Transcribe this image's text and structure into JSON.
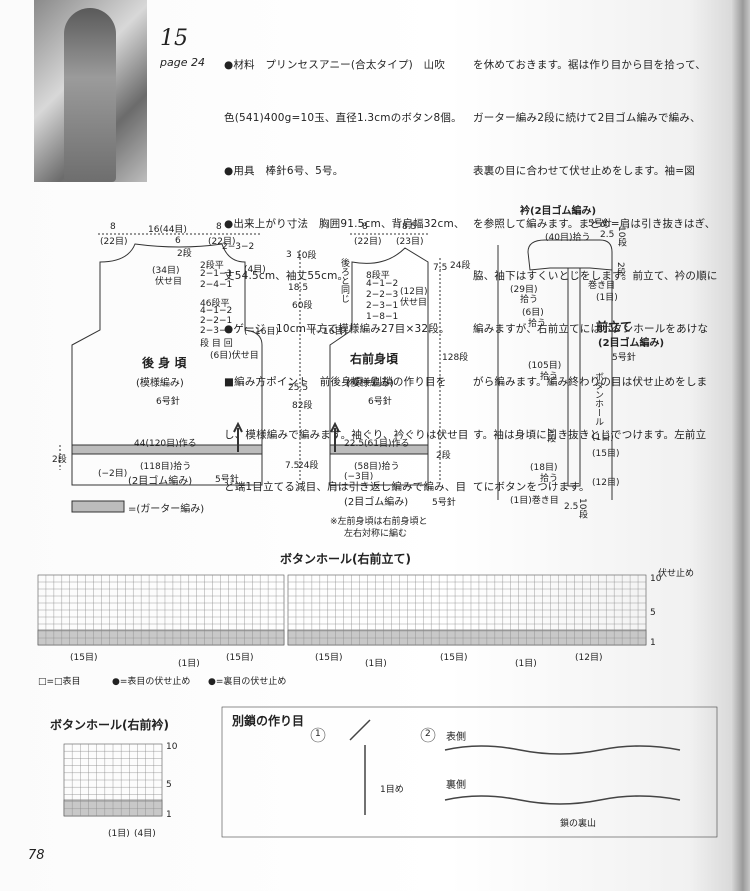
{
  "header": {
    "pattern_number": "15",
    "page_ref": "page 24"
  },
  "text": {
    "col1": [
      "●材料　プリンセスアニー(合太タイプ)　山吹",
      "色(541)400g=10玉、直径1.3cmのボタン8個。",
      "●用具　棒針6号、5号。",
      "●出来上がり寸法　胸囲91.5cm、背肩幅32cm、",
      "丈54.5cm、袖丈55cm。",
      "●ゲージ　10cm平方で模様編み27目×32段。",
      "■編み方ポイント　前後身頃=別鎖の作り目を",
      "し、模様編みで編みます。袖ぐり、衿ぐりは伏せ目",
      "と端1目立てる減目、肩は引き返し編みで編み、目"
    ],
    "col2": [
      "を休めておきます。裾は作り目から目を拾って、",
      "ガーター編み2段に続けて2目ゴム編みで編み、",
      "表裏の目に合わせて伏せ止めをします。袖=図",
      "を参照して編みます。まとめ=肩は引き抜きはぎ、",
      "脇、袖下はすくいとじをします。前立て、衿の順に",
      "編みますが、右前立てにはボタンホールをあけな",
      "がら編みます。編み終わりの目は伏せ止めをしま",
      "す。袖は身頃に引き抜きとじでつけます。左前立",
      "てにボタンをつけます。"
    ]
  },
  "back": {
    "title": "後 身 頃",
    "stitch": "(模様編み)",
    "needle": "6号針",
    "w_left": "8",
    "w_left_st": "(22目)",
    "w_mid": "16(44目)",
    "w_right": "8",
    "w_right_st": "(22目)",
    "neck": "2段",
    "neck6": "6",
    "neck_st": "(34目)",
    "neck_bo": "伏せ目",
    "shoulder": [
      "2−3−2",
      "2段平",
      "2−1−1",
      "2−4−1"
    ],
    "shoulder_st": "(4目)",
    "armhole": [
      "46段平",
      "4−1−2",
      "2−2−1",
      "2−3−2",
      "段 目 回"
    ],
    "dec": "(−16目)",
    "bo": "(6目)伏せ目",
    "cast_on": "44(120目)作る",
    "pickup": "(118目)拾う",
    "minus2": "(−2目)",
    "rib": "(2目ゴム編み)",
    "needle5": "5号針",
    "garter_rows": "2段"
  },
  "front": {
    "title": "右前身頃",
    "stitch": "(模様編み)",
    "needle": "6号針",
    "w_left": "8",
    "w_left_st": "(22目)",
    "w_right": "8.5",
    "w_right_st": "(23目)",
    "neck": [
      "8段平",
      "4−1−2",
      "2−2−3",
      "2−3−1",
      "1−8−1"
    ],
    "neck_st": "(12目)",
    "neck_bo": "伏せ目",
    "back_same": "後ろと同じ",
    "dec": "(−16目)",
    "cast_on": "22.5(61目)作る",
    "pickup": "(58目)拾う",
    "minus3": "(−3目)",
    "rib": "(2目ゴム編み)",
    "needle5": "5号針",
    "garter_rows": "2段",
    "note1": "※左前身頃は右前身頃と",
    "note2": "左右対称に編む"
  },
  "vert": {
    "d1": "3",
    "d1r": "10段",
    "d2": "18.5",
    "d2r": "60段",
    "d3": "25.5",
    "d3r": "82段",
    "d4": "7.5",
    "d4r": "24段",
    "rt1": "7.5",
    "rt1r": "24段",
    "rt2": "128段",
    "rt3": "2段",
    "lb": "2段"
  },
  "collar": {
    "title": "衿(2目ゴム編み)",
    "needle": "5号針",
    "pickup": "(40目)拾う",
    "v25": "2.5",
    "v10": "10段",
    "bo": "巻き目",
    "one": "(1目)",
    "s29": "(29目)",
    "s29b": "拾う",
    "s6": "(6目)",
    "s6b": "拾う",
    "two": "2段"
  },
  "band": {
    "title": "前立て",
    "stitch": "(2目ゴム編み)",
    "needle": "5号針",
    "pickup": "(105目)",
    "pickup2": "拾う",
    "hole": "ボタンホール",
    "hole1": "(1目)",
    "s15": "(15目)",
    "s18": "(18目)",
    "s18b": "拾う",
    "s12": "(12目)",
    "bottom": "(1目)巻き目",
    "v": "2.5",
    "vr": "10段",
    "two": "2段"
  },
  "legend": {
    "garter": "=(ガーター編み)"
  },
  "chart1": {
    "title": "ボタンホール(右前立て)",
    "bo": "伏せ止め",
    "rows": [
      "10",
      "5",
      "1"
    ],
    "labels": [
      "(15目)",
      "(1目)",
      "(15目)",
      "(15目)",
      "(1目)",
      "(15目)",
      "(1目)",
      "(12目)"
    ]
  },
  "symbols": {
    "s1": "□=□表目",
    "s2": "●=表目の伏せ止め",
    "s3": "●=裏目の伏せ止め",
    "boxmark": "1"
  },
  "chart2": {
    "title": "ボタンホール(右前衿)",
    "rows": [
      "10",
      "5",
      "1"
    ],
    "labels": [
      "(1目)",
      "(4目)"
    ]
  },
  "chain": {
    "title": "別鎖の作り目",
    "step1": "1",
    "step2": "2",
    "mark": "1目め",
    "front": "表側",
    "back": "裏側",
    "ridge": "鎖の裏山"
  },
  "footer": {
    "page": "78"
  }
}
